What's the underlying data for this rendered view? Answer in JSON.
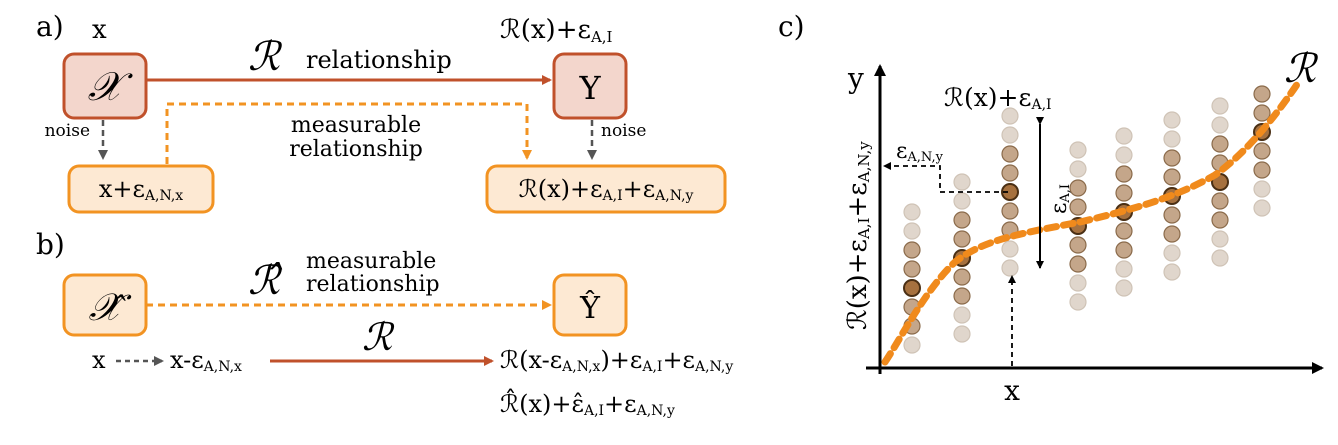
{
  "panel_a": {
    "label": "a)",
    "x_top": "x",
    "x_box": "𝒳",
    "y_box": "Y",
    "relation_symbol": "ℛ",
    "relation_label": "relationship",
    "y_top_main": "ℛ(x)+ε",
    "y_top_sub": "A,I",
    "noise_left": "noise",
    "noise_right": "noise",
    "measurable_line1": "measurable",
    "measurable_line2": "relationship",
    "xnoise_main": "x+ε",
    "xnoise_sub": "A,N,x",
    "ynoise_main1": "ℛ(x)+ε",
    "ynoise_sub1": "A,I",
    "ynoise_main2": "+ε",
    "ynoise_sub2": "A,N,y"
  },
  "panel_b": {
    "label": "b)",
    "xhat_box": "𝒳̂",
    "yhat_box": "Ŷ",
    "rhat_symbol": "ℛ̂",
    "rhat_line1": "measurable",
    "rhat_line2": "relationship",
    "x_start": "x",
    "x_minus_main": "x-ε",
    "x_minus_sub": "A,N,x",
    "r_symbol": "ℛ",
    "out1_a": "ℛ(x-ε",
    "out1_sub1": "A,N,x",
    "out1_b": ")+ε",
    "out1_sub2": "A,I",
    "out1_c": "+ε",
    "out1_sub3": "A,N,y",
    "out2_a": "ℛ̂(x)+ε̂",
    "out2_sub1": "A,I",
    "out2_b": "+ε",
    "out2_sub2": "A,N,y"
  },
  "panel_c": {
    "label": "c)",
    "y_axis": "y",
    "x_axis": "x",
    "curve_label": "ℛ",
    "top_main": "ℛ(x)+ε",
    "top_sub": "A,I",
    "eps_left_main": "ε",
    "eps_left_sub": "A,N,y",
    "eps_vert_main": "ε",
    "eps_vert_sub": "A,I",
    "yaxis_label_main1": "ℛ(x)+ε",
    "yaxis_label_sub1": "A,I",
    "yaxis_label_main2": "+ε",
    "yaxis_label_sub2": "A,N,y"
  },
  "colors": {
    "dark_box_fill": "#f3d6cc",
    "dark_box_stroke": "#c0512b",
    "light_box_fill": "#fde9d3",
    "light_box_stroke": "#f29322",
    "arrow_dark": "#c0512b",
    "arrow_orange": "#f29322",
    "arrow_gray": "#555555",
    "curve": "#f08a1c",
    "dot_center": "#a6713f",
    "dot_mid": "#c4a68a",
    "dot_faint": "#e0d6cc"
  }
}
